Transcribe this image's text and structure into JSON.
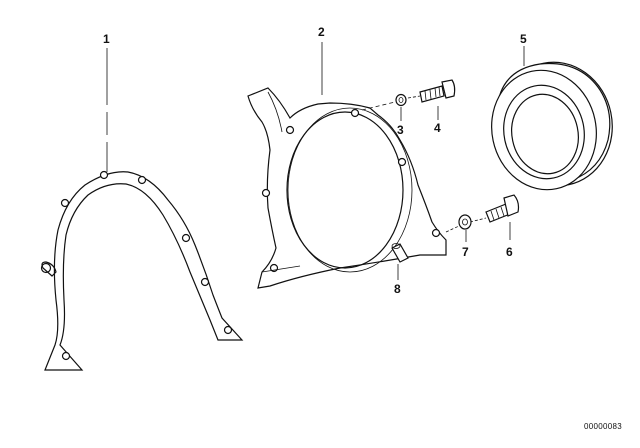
{
  "diagram": {
    "callouts": {
      "c1": "1",
      "c2": "2",
      "c3": "3",
      "c4": "4",
      "c5": "5",
      "c6": "6",
      "c7": "7",
      "c8": "8"
    },
    "drawing_code": "00000083"
  },
  "colors": {
    "line": "#111111",
    "background": "#ffffff"
  }
}
